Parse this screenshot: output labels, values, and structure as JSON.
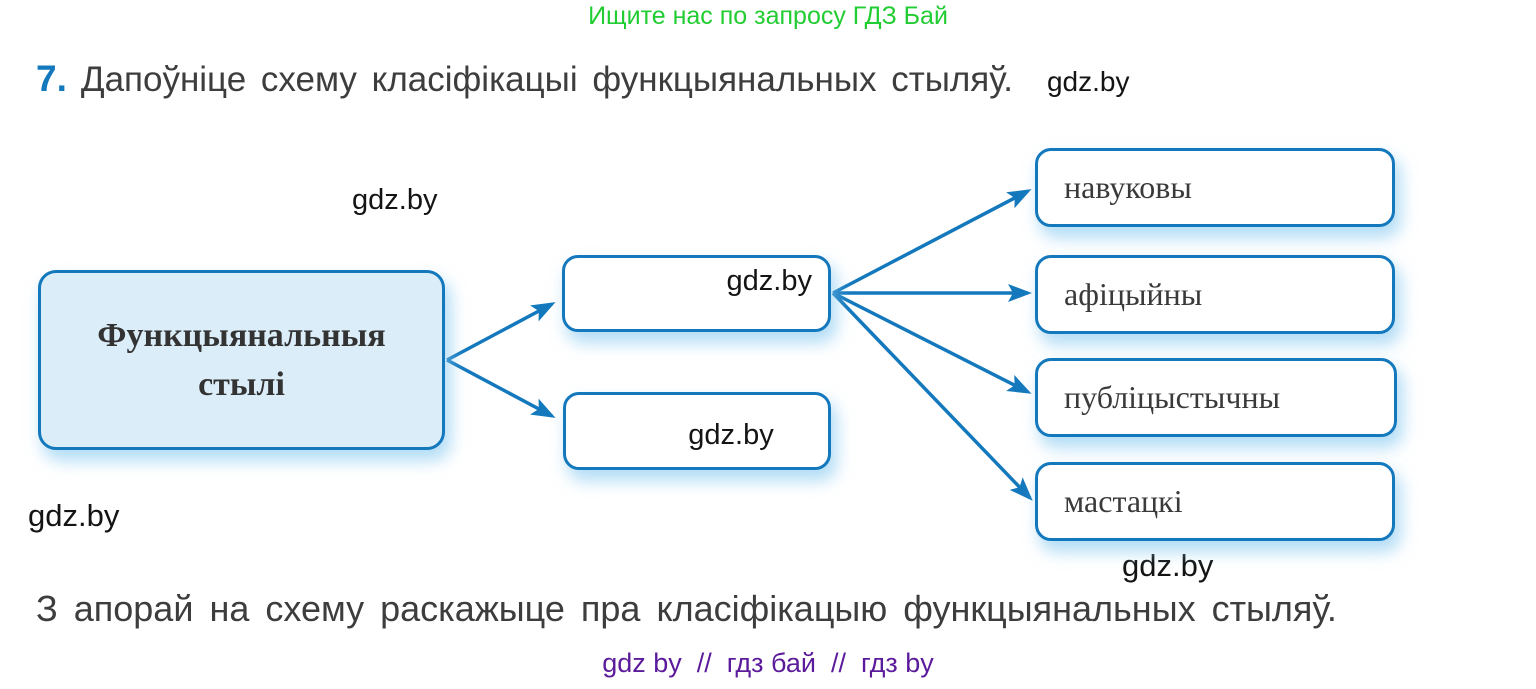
{
  "promo_banner": {
    "text": "Ищите нас по запросу ГДЗ Бай"
  },
  "task": {
    "number": "7.",
    "title": "Дапоўніце схему класіфікацыі функцыянальных стыляў.",
    "watermark": "gdz.by"
  },
  "diagram": {
    "root_box": {
      "label": "Функцыянальныя стылі"
    },
    "level2_boxes": [
      {
        "watermark": "gdz.by"
      },
      {
        "watermark": "gdz.by"
      }
    ],
    "style_boxes": [
      {
        "label": "навуковы"
      },
      {
        "label": "афіцыйны"
      },
      {
        "label": "публіцыстычны"
      },
      {
        "label": "мастацкі"
      }
    ],
    "watermark_top": "gdz.by",
    "watermark_bottom_left": "gdz.by",
    "watermark_bottom_right": "gdz.by"
  },
  "footer": {
    "instruction": "З апорай на схему раскажыце пра класіфікацыю функцыянальных стыляў.",
    "site_query_line": "gdz by  //  гдз бай  //  гдз by"
  },
  "colors": {
    "accent_blue": "#1478bd",
    "root_box_fill": "#daedf8",
    "promo_green": "#21cd32",
    "footer_purple": "#5b1b9b",
    "text_dark": "#3d3d3d"
  }
}
